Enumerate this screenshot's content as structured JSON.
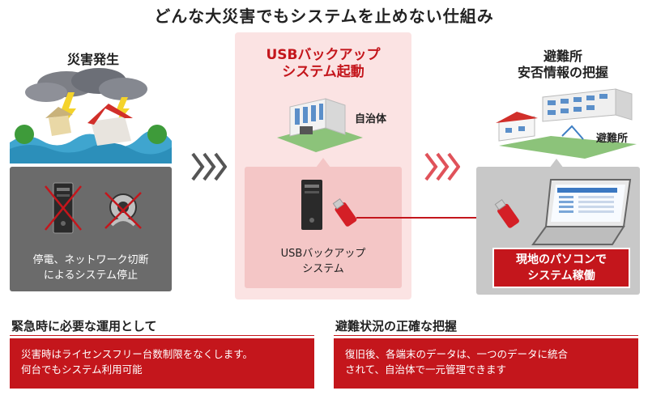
{
  "title": "どんな大災害でもシステムを止めない仕組み",
  "col1": {
    "label": "災害発生",
    "box_text_line1": "停電、ネットワーク切断",
    "box_text_line2": "によるシステム停止"
  },
  "col2": {
    "title_line1": "USBバックアップ",
    "title_line2": "システム起動",
    "building_label": "自治体",
    "usb_label_line1": "USBバックアップ",
    "usb_label_line2": "システム"
  },
  "col3": {
    "title_line1": "避難所",
    "title_line2": "安否情報の把握",
    "building_label": "避難所",
    "red_line1": "現地のパソコンで",
    "red_line2": "システム稼働"
  },
  "bottom_left": {
    "heading": "緊急時に必要な運用として",
    "line1": "災害時はライセンスフリー台数制限をなくします。",
    "line2": "何台でもシステム利用可能"
  },
  "bottom_right": {
    "heading": "避難状況の正確な把握",
    "line1": "復旧後、各端末のデータは、一つのデータに統合",
    "line2": "されて、自治体で一元管理できます"
  },
  "colors": {
    "accent_red": "#c4161c",
    "pink_panel": "#fbe3e3",
    "grey_box": "#6b6b6b"
  }
}
